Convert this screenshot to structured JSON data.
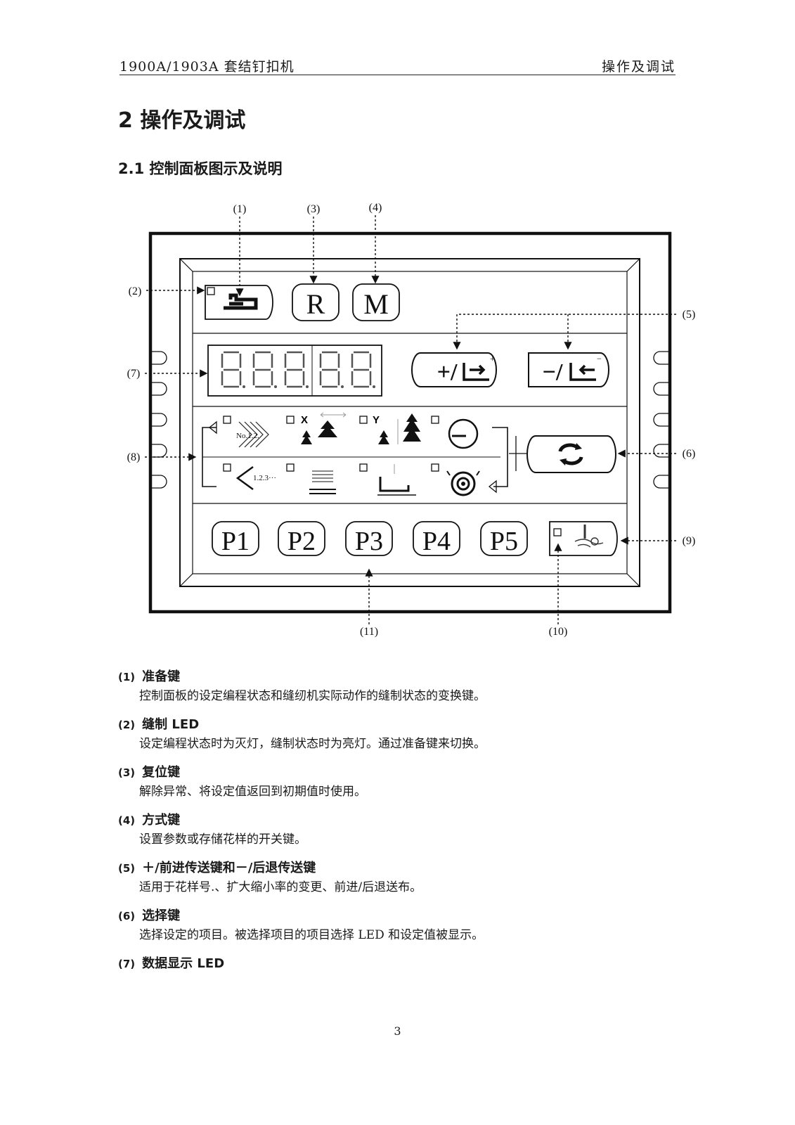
{
  "header": {
    "left": "1900A/1903A 套结钉扣机",
    "right": "操作及调试"
  },
  "section_title": "2 操作及调试",
  "subsection_title": "2.1 控制面板图示及说明",
  "diagram": {
    "callouts": [
      "(1)",
      "(2)",
      "(3)",
      "(4)",
      "(5)",
      "(6)",
      "(7)",
      "(8)",
      "(9)",
      "(10)",
      "(11)"
    ],
    "keys": {
      "reset": "R",
      "mode": "M",
      "plus": "+/",
      "minus": "−/",
      "presets": [
        "P1",
        "P2",
        "P3",
        "P4",
        "P5"
      ]
    },
    "icon_text": {
      "pattern_no": "No.1.2.",
      "x": "X",
      "y": "Y",
      "sequence": "1.2.3···"
    }
  },
  "items": [
    {
      "num": "(1)",
      "title": "准备键",
      "desc": "控制面板的设定编程状态和缝纫机实际动作的缝制状态的变换键。"
    },
    {
      "num": "(2)",
      "title": "缝制 LED",
      "desc": "设定编程状态时为灭灯，缝制状态时为亮灯。通过准备键来切换。"
    },
    {
      "num": "(3)",
      "title": "复位键",
      "desc": "解除异常、将设定值返回到初期值时使用。"
    },
    {
      "num": "(4)",
      "title": "方式键",
      "desc": "设置参数或存储花样的开关键。"
    },
    {
      "num": "(5)",
      "title": "＋/前进传送键和－/后退传送键",
      "desc": "适用于花样号.、扩大缩小率的变更、前进/后退送布。"
    },
    {
      "num": "(6)",
      "title": "选择键",
      "desc": "选择设定的项目。被选择项目的项目选择 LED 和设定值被显示。"
    },
    {
      "num": "(7)",
      "title": "数据显示 LED",
      "desc": ""
    }
  ],
  "page_number": "3"
}
